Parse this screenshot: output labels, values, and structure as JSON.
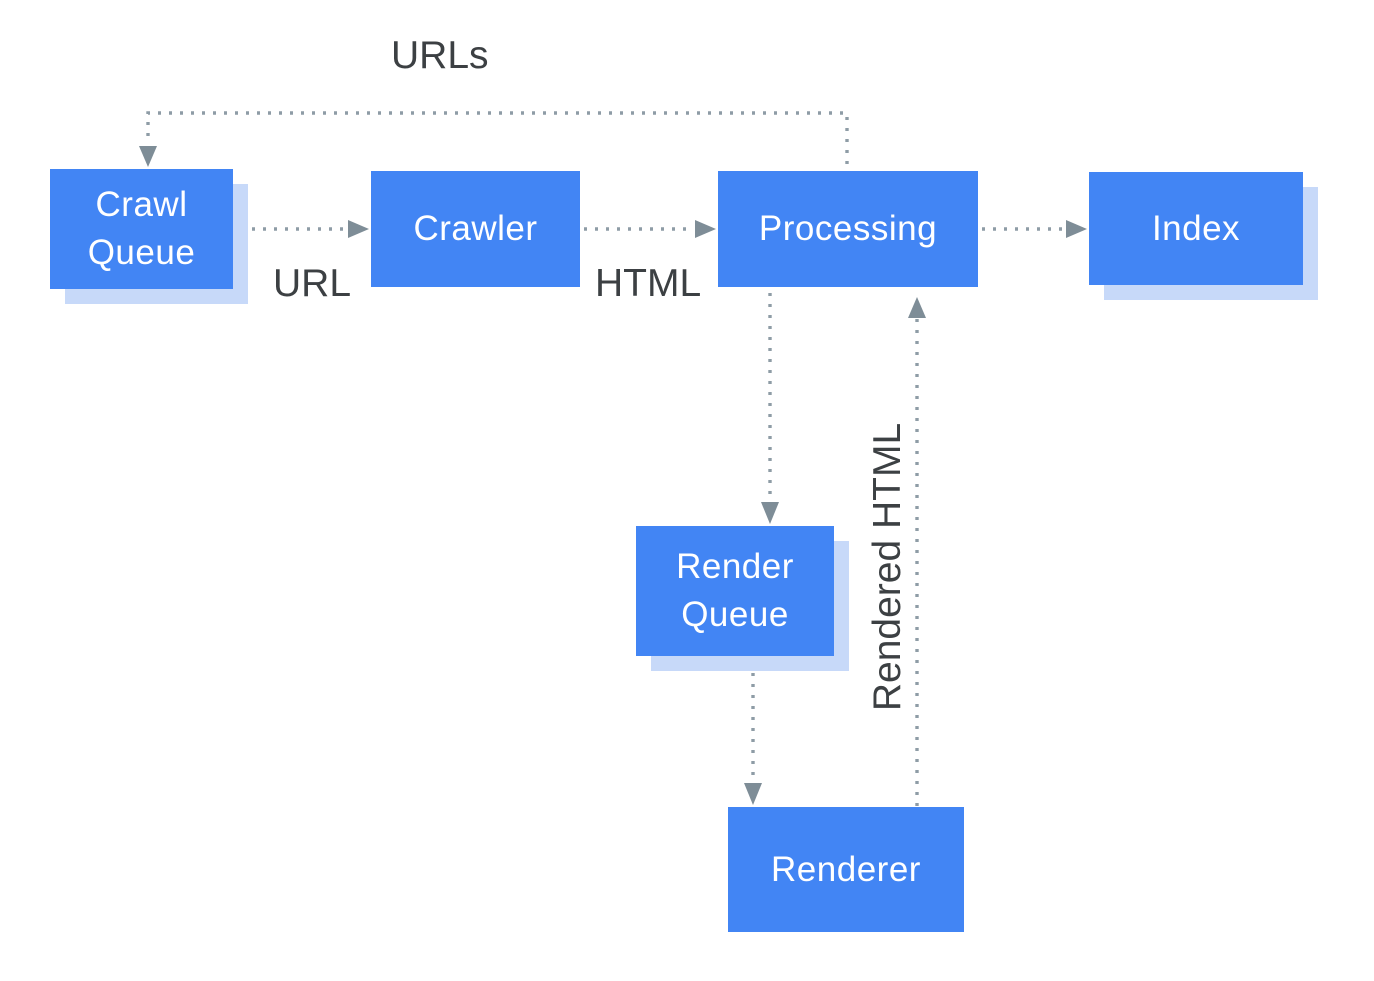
{
  "diagram": {
    "nodes": [
      {
        "id": "crawl-queue",
        "label": "Crawl Queue"
      },
      {
        "id": "crawler",
        "label": "Crawler"
      },
      {
        "id": "processing",
        "label": "Processing"
      },
      {
        "id": "index",
        "label": "Index"
      },
      {
        "id": "render-queue",
        "label": "Render Queue"
      },
      {
        "id": "renderer",
        "label": "Renderer"
      }
    ],
    "labels": {
      "urls": "URLs",
      "url": "URL",
      "html": "HTML",
      "rendered_html": "Rendered HTML"
    },
    "edges": [
      {
        "from": "processing",
        "to": "crawl-queue",
        "label": "URLs"
      },
      {
        "from": "crawl-queue",
        "to": "crawler",
        "label": "URL"
      },
      {
        "from": "crawler",
        "to": "processing",
        "label": "HTML"
      },
      {
        "from": "processing",
        "to": "index",
        "label": ""
      },
      {
        "from": "processing",
        "to": "render-queue",
        "label": ""
      },
      {
        "from": "render-queue",
        "to": "renderer",
        "label": ""
      },
      {
        "from": "renderer",
        "to": "processing",
        "label": "Rendered HTML"
      }
    ],
    "colors": {
      "node_fill": "#4285F4",
      "node_shadow": "#C7D9F9",
      "node_text": "#FFFFFF",
      "connector": "#8E9CA6",
      "arrowhead": "#7E8D97",
      "label_text": "#3C4043",
      "background": "#FFFFFF"
    }
  }
}
